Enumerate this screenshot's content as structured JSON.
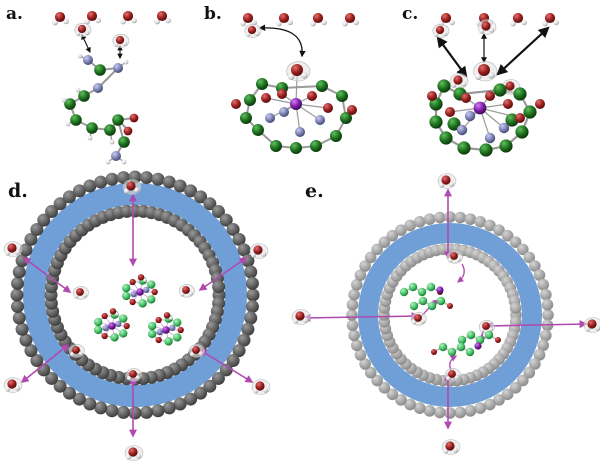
{
  "panels": [
    {
      "id": "a",
      "label": "a."
    },
    {
      "id": "b",
      "label": "b."
    },
    {
      "id": "c",
      "label": "c."
    },
    {
      "id": "d",
      "label": "d."
    },
    {
      "id": "e",
      "label": "e."
    }
  ],
  "colors": {
    "oxygen": "#8f1b1b",
    "hydrogen": "#e7e7e7",
    "carbon": "#1c6e1c",
    "nitrogen": "#7a80b0",
    "gadolinium": "#7d1ca8",
    "light_carbon": "#49c46a",
    "membrane_blue": "#6f9fd6",
    "lipid_dark": "#585858",
    "lipid_light": "#a8a8a8",
    "arrow_magenta": "#b04ab0",
    "arrow_black": "#111111"
  }
}
